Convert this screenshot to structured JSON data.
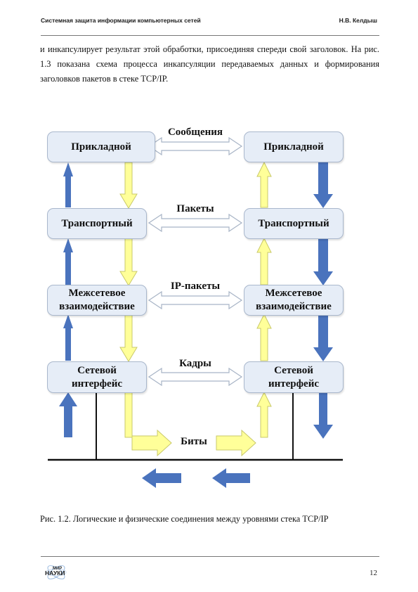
{
  "header": {
    "left_title": "Системная защита информации компьютерных сетей",
    "right_author": "Н.В. Келдыш"
  },
  "body": {
    "paragraph": "и инкапсулирует результат этой обработки, присоединяя спереди свой заголовок. На рис. 1.3 показана схема процесса инкапсуляции передаваемых данных и формирования заголовков пакетов в стеке TCP/IP."
  },
  "diagram": {
    "left_stack": [
      {
        "line1": "Прикладной",
        "line2": ""
      },
      {
        "line1": "Транспортный",
        "line2": ""
      },
      {
        "line1": "Межсетевое",
        "line2": "взаимодействие"
      },
      {
        "line1": "Сетевой",
        "line2": "интерфейс"
      }
    ],
    "right_stack": [
      {
        "line1": "Прикладной",
        "line2": ""
      },
      {
        "line1": "Транспортный",
        "line2": ""
      },
      {
        "line1": "Межсетевое",
        "line2": "взаимодействие"
      },
      {
        "line1": "Сетевой",
        "line2": "интерфейс"
      }
    ],
    "links": [
      "Сообщения",
      "Пакеты",
      "IP-пакеты",
      "Кадры"
    ],
    "bits_label": "Биты",
    "colors": {
      "box_fill": "#e6edf7",
      "box_border": "#a9b7cc",
      "blue_arrow": "#4a73bd",
      "yellow_arrow_fill": "#ffff99",
      "yellow_arrow_stroke": "#c9c96a",
      "double_arrow_fill": "#ffffff",
      "double_arrow_stroke": "#a8b4c6"
    }
  },
  "caption": "Рис. 1.2. Логические и физические соединения между уровнями стека TCP/IP",
  "footer": {
    "logo_text": "МИР НАУКИ",
    "page_number": "12"
  }
}
